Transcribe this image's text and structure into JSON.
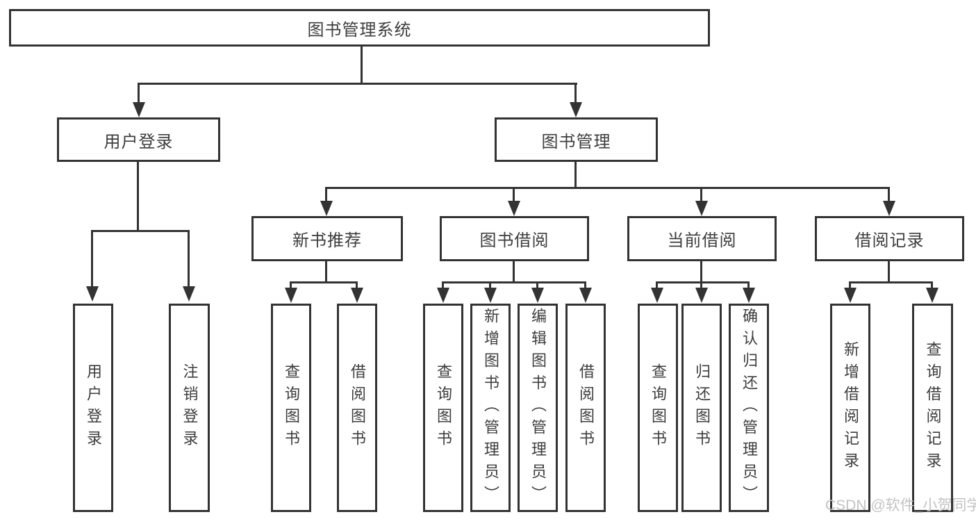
{
  "colors": {
    "line": "#333333",
    "text": "#3d3d3d",
    "watermark": "#c3c3c3",
    "bg": "#ffffff"
  },
  "tree": {
    "root": {
      "label": "图书管理系统"
    },
    "user_login": {
      "label": "用户登录",
      "children": [
        {
          "label": "用户登录"
        },
        {
          "label": "注销登录"
        }
      ]
    },
    "book_management": {
      "label": "图书管理"
    },
    "new_book_recommend": {
      "label": "新书推荐",
      "children": [
        {
          "label": "查询图书"
        },
        {
          "label": "借阅图书"
        }
      ]
    },
    "book_borrowing": {
      "label": "图书借阅",
      "children": [
        {
          "label": "查询图书"
        },
        {
          "label": "新增图书（管理员）"
        },
        {
          "label": "编辑图书（管理员）"
        },
        {
          "label": "借阅图书"
        }
      ]
    },
    "current_borrowing": {
      "label": "当前借阅",
      "children": [
        {
          "label": "查询图书"
        },
        {
          "label": "归还图书"
        },
        {
          "label": "确认归还（管理员）"
        }
      ]
    },
    "borrowing_records": {
      "label": "借阅记录",
      "children": [
        {
          "label": "新增借阅记录"
        },
        {
          "label": "查询借阅记录"
        }
      ]
    }
  },
  "watermark": {
    "text": "CSDN @软件_小贺同学"
  }
}
